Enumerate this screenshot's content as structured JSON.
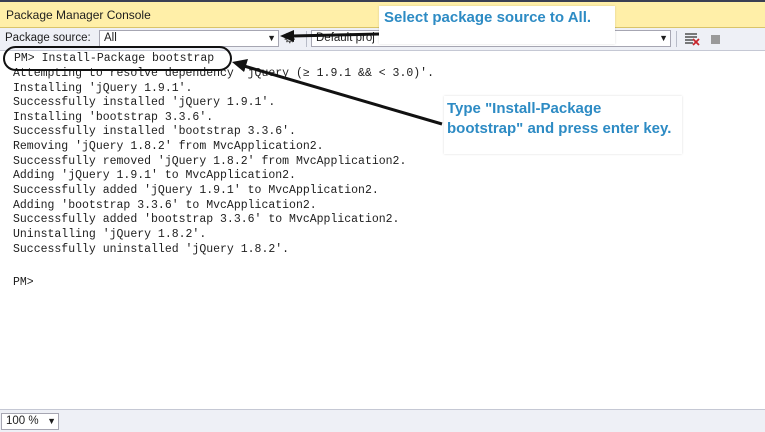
{
  "window": {
    "title": "Package Manager Console"
  },
  "toolbar": {
    "package_source_label": "Package source:",
    "package_source_value": "All",
    "default_project_value": "Default proj",
    "settings_icon": "gear-icon",
    "clear_icon": "clear-console-icon",
    "stop_icon": "stop-icon"
  },
  "console": {
    "lines": [
      "PM> Install-Package bootstrap",
      "Attempting to resolve dependency 'jQuery (≥ 1.9.1 && < 3.0)'.",
      "Installing 'jQuery 1.9.1'.",
      "Successfully installed 'jQuery 1.9.1'.",
      "Installing 'bootstrap 3.3.6'.",
      "Successfully installed 'bootstrap 3.3.6'.",
      "Removing 'jQuery 1.8.2' from MvcApplication2.",
      "Successfully removed 'jQuery 1.8.2' from MvcApplication2.",
      "Adding 'jQuery 1.9.1' to MvcApplication2.",
      "Successfully added 'jQuery 1.9.1' to MvcApplication2.",
      "Adding 'bootstrap 3.3.6' to MvcApplication2.",
      "Successfully added 'bootstrap 3.3.6' to MvcApplication2.",
      "Uninstalling 'jQuery 1.8.2'.",
      "Successfully uninstalled 'jQuery 1.8.2'.",
      "",
      "PM>"
    ]
  },
  "statusbar": {
    "zoom": "100 %"
  },
  "annotations": {
    "callout_source": "Select package source to All.",
    "callout_install_line1": "Type \"Install-Package",
    "callout_install_line2": "bootstrap\" and press enter key."
  },
  "colors": {
    "accent": "#2d8bc4",
    "title_bar": "#ffefa8"
  }
}
